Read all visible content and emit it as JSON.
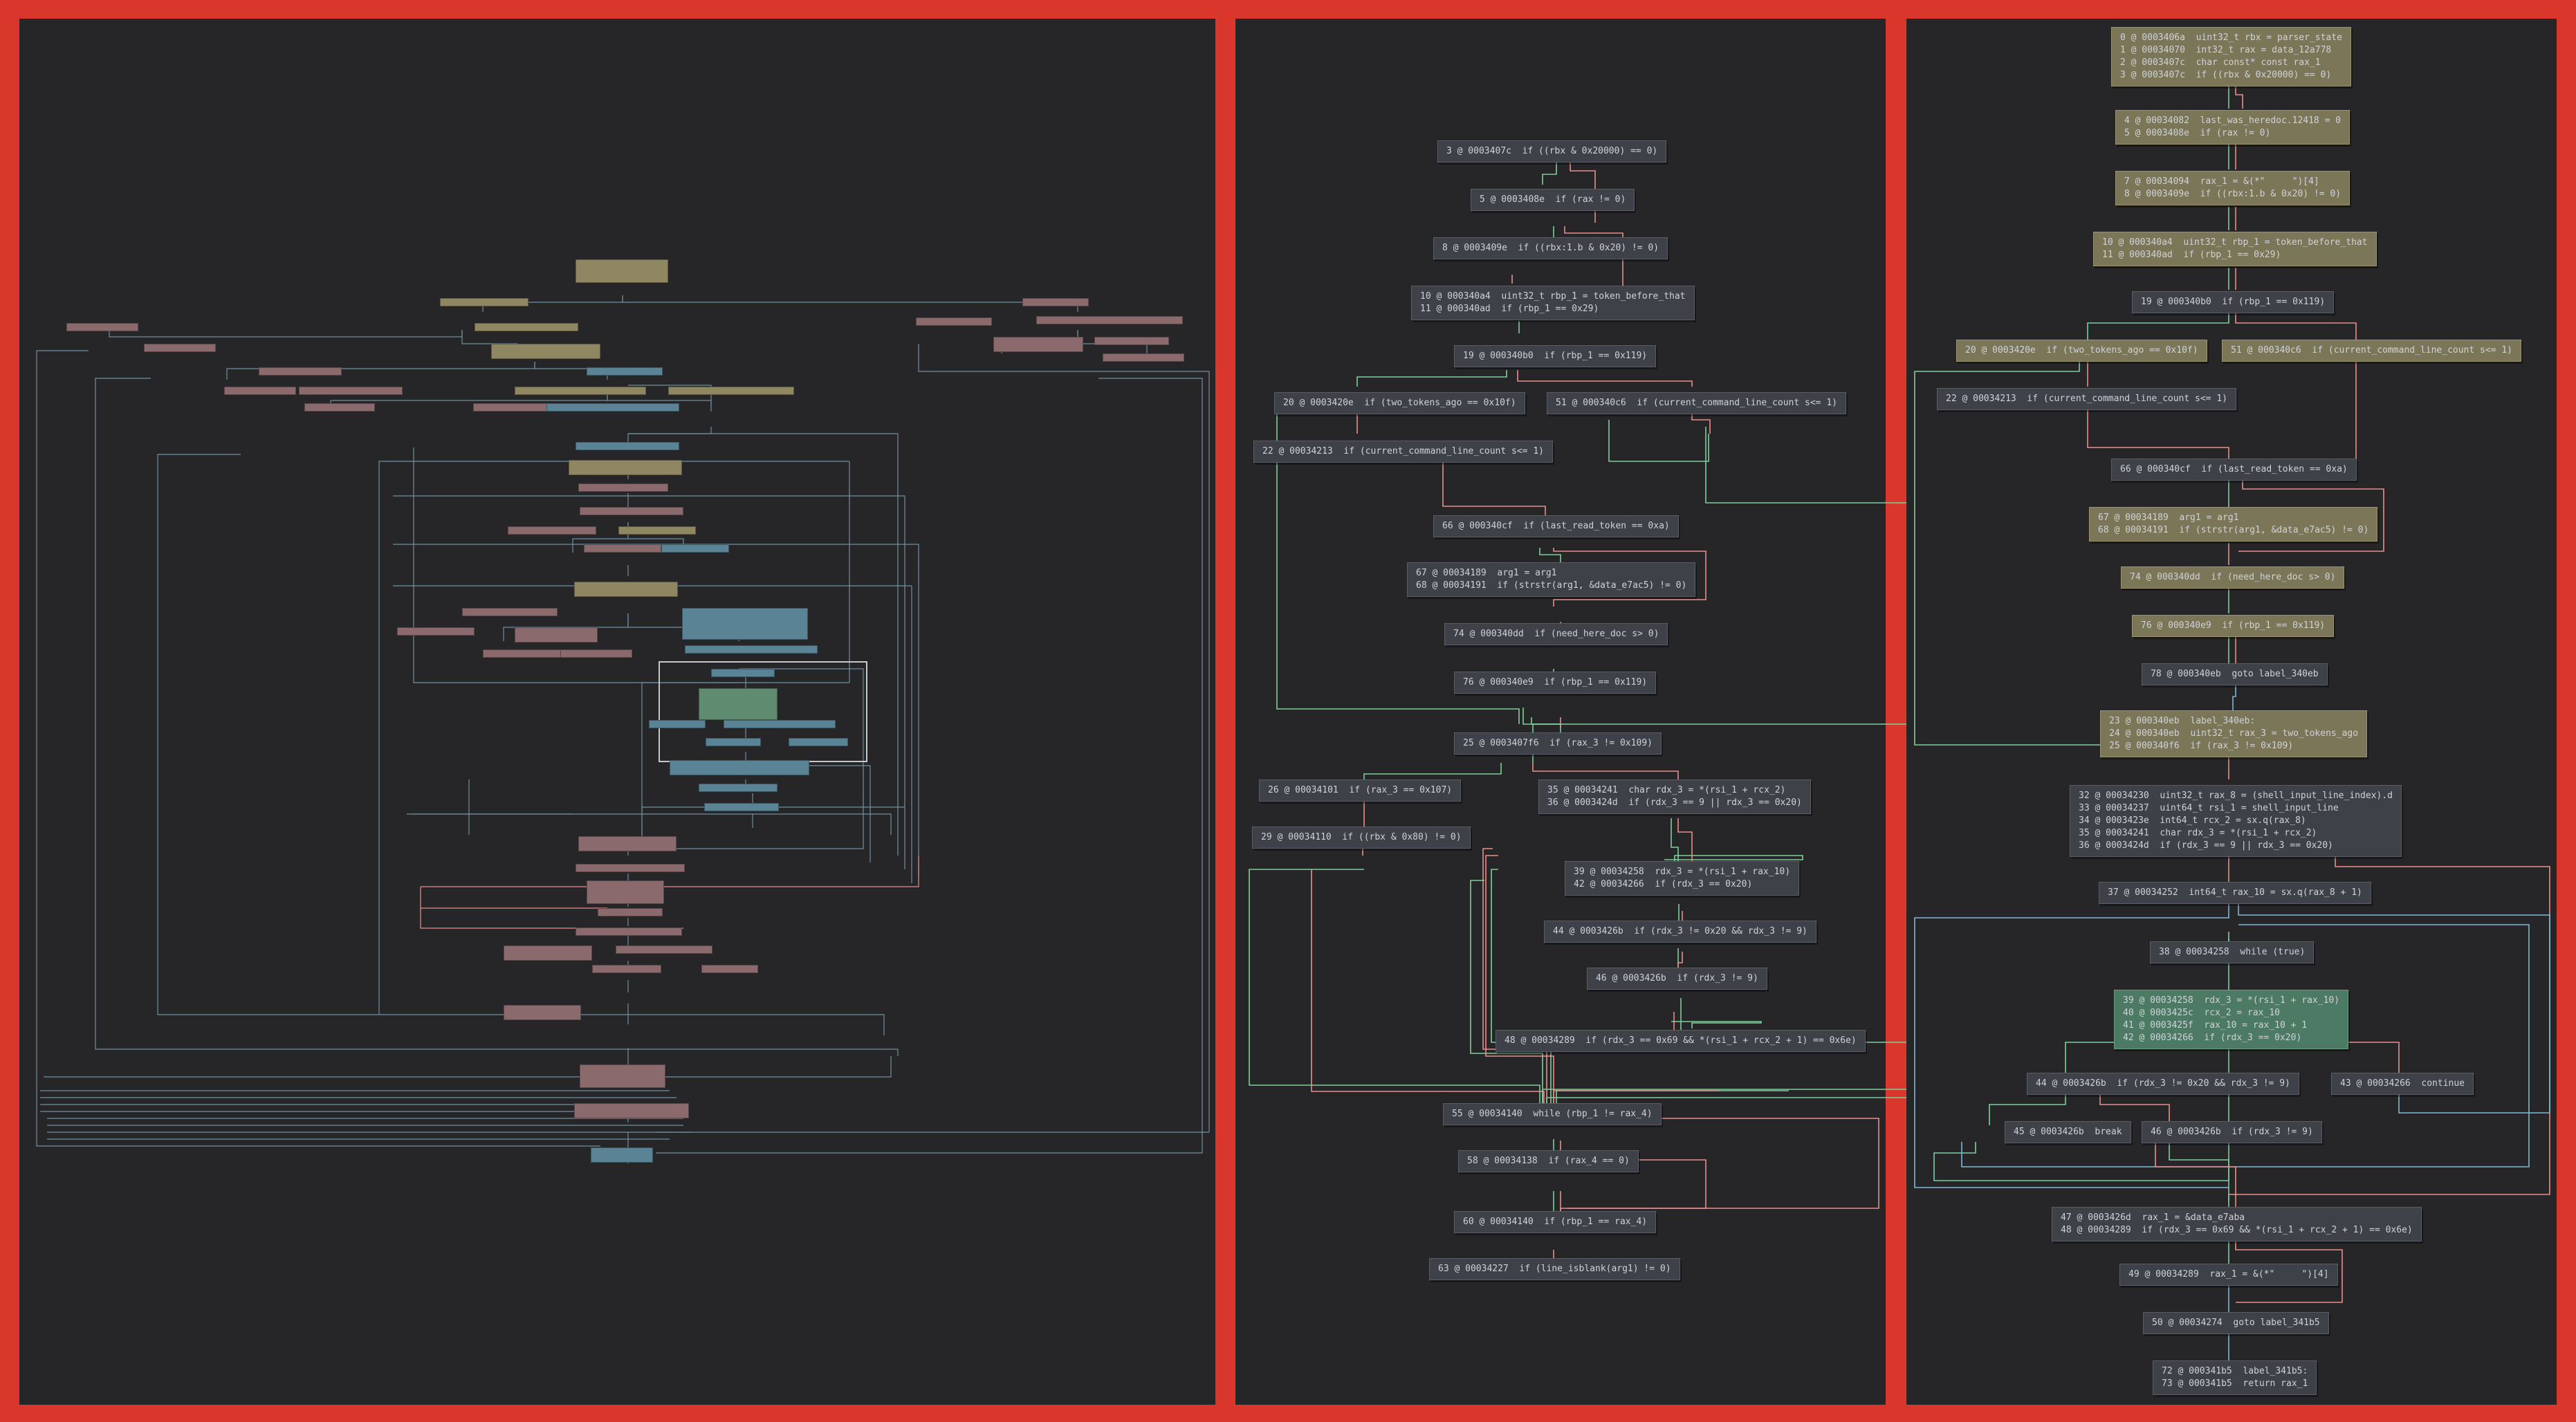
{
  "colors": {
    "background": "#d9372c",
    "panel": "#262629",
    "node": "#3f4148",
    "node_highlight": "#7c7658",
    "node_green": "#4d7a64",
    "edge_green": "#7ecf9a",
    "edge_red": "#e8908a",
    "edge_blue": "#7fb8d8"
  },
  "middle_graph": {
    "nodes": [
      {
        "lines": [
          "3 @ 0003407c  if ((rbx & 0x20000) == 0)"
        ]
      },
      {
        "lines": [
          "5 @ 0003408e  if (rax != 0)"
        ]
      },
      {
        "lines": [
          "8 @ 0003409e  if ((rbx:1.b & 0x20) != 0)"
        ]
      },
      {
        "lines": [
          "10 @ 000340a4  uint32_t rbp_1 = token_before_that",
          "11 @ 000340ad  if (rbp_1 == 0x29)"
        ]
      },
      {
        "lines": [
          "19 @ 000340b0  if (rbp_1 == 0x119)"
        ]
      },
      {
        "lines": [
          "20 @ 0003420e  if (two_tokens_ago == 0x10f)"
        ]
      },
      {
        "lines": [
          "51 @ 000340c6  if (current_command_line_count s<= 1)"
        ]
      },
      {
        "lines": [
          "22 @ 00034213  if (current_command_line_count s<= 1)"
        ]
      },
      {
        "lines": [
          "66 @ 000340cf  if (last_read_token == 0xa)"
        ]
      },
      {
        "lines": [
          "67 @ 00034189  arg1 = arg1",
          "68 @ 00034191  if (strstr(arg1, &data_e7ac5) != 0)"
        ]
      },
      {
        "lines": [
          "74 @ 000340dd  if (need_here_doc s> 0)"
        ]
      },
      {
        "lines": [
          "76 @ 000340e9  if (rbp_1 == 0x119)"
        ]
      },
      {
        "lines": [
          "25 @ 0003407f6  if (rax_3 != 0x109)"
        ]
      },
      {
        "lines": [
          "26 @ 00034101  if (rax_3 == 0x107)"
        ]
      },
      {
        "lines": [
          "35 @ 00034241  char rdx_3 = *(rsi_1 + rcx_2)",
          "36 @ 0003424d  if (rdx_3 == 9 || rdx_3 == 0x20)"
        ]
      },
      {
        "lines": [
          "29 @ 00034110  if ((rbx & 0x80) != 0)"
        ]
      },
      {
        "lines": [
          "39 @ 00034258  rdx_3 = *(rsi_1 + rax_10)",
          "42 @ 00034266  if (rdx_3 == 0x20)"
        ]
      },
      {
        "lines": [
          "44 @ 0003426b  if (rdx_3 != 0x20 && rdx_3 != 9)"
        ]
      },
      {
        "lines": [
          "46 @ 0003426b  if (rdx_3 != 9)"
        ]
      },
      {
        "lines": [
          "48 @ 00034289  if (rdx_3 == 0x69 && *(rsi_1 + rcx_2 + 1) == 0x6e)"
        ]
      },
      {
        "lines": [
          "55 @ 00034140  while (rbp_1 != rax_4)"
        ]
      },
      {
        "lines": [
          "58 @ 00034138  if (rax_4 == 0)"
        ]
      },
      {
        "lines": [
          "60 @ 00034140  if (rbp_1 == rax_4)"
        ]
      },
      {
        "lines": [
          "63 @ 00034227  if (line_isblank(arg1) != 0)"
        ]
      }
    ]
  },
  "right_graph": {
    "nodes": [
      {
        "lines": [
          "0 @ 0003406a  uint32_t rbx = parser_state",
          "1 @ 00034070  int32_t rax = data_12a778",
          "2 @ 0003407c  char const* const rax_1",
          "3 @ 0003407c  if ((rbx & 0x20000) == 0)"
        ]
      },
      {
        "lines": [
          "4 @ 00034082  last_was_heredoc.12418 = 0",
          "5 @ 0003408e  if (rax != 0)"
        ]
      },
      {
        "lines": [
          "7 @ 00034094  rax_1 = &(*\"     \")[4]",
          "8 @ 0003409e  if ((rbx:1.b & 0x20) != 0)"
        ]
      },
      {
        "lines": [
          "10 @ 000340a4  uint32_t rbp_1 = token_before_that",
          "11 @ 000340ad  if (rbp_1 == 0x29)"
        ]
      },
      {
        "lines": [
          "19 @ 000340b0  if (rbp_1 == 0x119)"
        ]
      },
      {
        "lines": [
          "20 @ 0003420e  if (two_tokens_ago == 0x10f)"
        ]
      },
      {
        "lines": [
          "51 @ 000340c6  if (current_command_line_count s<= 1)"
        ]
      },
      {
        "lines": [
          "22 @ 00034213  if (current_command_line_count s<= 1)"
        ]
      },
      {
        "lines": [
          "66 @ 000340cf  if (last_read_token == 0xa)"
        ]
      },
      {
        "lines": [
          "67 @ 00034189  arg1 = arg1",
          "68 @ 00034191  if (strstr(arg1, &data_e7ac5) != 0)"
        ]
      },
      {
        "lines": [
          "74 @ 000340dd  if (need_here_doc s> 0)"
        ]
      },
      {
        "lines": [
          "76 @ 000340e9  if (rbp_1 == 0x119)"
        ]
      },
      {
        "lines": [
          "78 @ 000340eb  goto label_340eb"
        ]
      },
      {
        "lines": [
          "23 @ 000340eb  label_340eb:",
          "24 @ 000340eb  uint32_t rax_3 = two_tokens_ago",
          "25 @ 000340f6  if (rax_3 != 0x109)"
        ]
      },
      {
        "lines": [
          "32 @ 00034230  uint32_t rax_8 = (shell_input_line_index).d",
          "33 @ 00034237  uint64_t rsi_1 = shell_input_line",
          "34 @ 0003423e  int64_t rcx_2 = sx.q(rax_8)",
          "35 @ 00034241  char rdx_3 = *(rsi_1 + rcx_2)",
          "36 @ 0003424d  if (rdx_3 == 9 || rdx_3 == 0x20)"
        ]
      },
      {
        "lines": [
          "37 @ 00034252  int64_t rax_10 = sx.q(rax_8 + 1)"
        ]
      },
      {
        "lines": [
          "38 @ 00034258  while (true)"
        ]
      },
      {
        "lines": [
          "39 @ 00034258  rdx_3 = *(rsi_1 + rax_10)",
          "40 @ 0003425c  rcx_2 = rax_10",
          "41 @ 0003425f  rax_10 = rax_10 + 1",
          "42 @ 00034266  if (rdx_3 == 0x20)"
        ]
      },
      {
        "lines": [
          "44 @ 0003426b  if (rdx_3 != 0x20 && rdx_3 != 9)"
        ]
      },
      {
        "lines": [
          "43 @ 00034266  continue"
        ]
      },
      {
        "lines": [
          "45 @ 0003426b  break"
        ]
      },
      {
        "lines": [
          "46 @ 0003426b  if (rdx_3 != 9)"
        ]
      },
      {
        "lines": [
          "47 @ 0003426d  rax_1 = &data_e7aba",
          "48 @ 00034289  if (rdx_3 == 0x69 && *(rsi_1 + rcx_2 + 1) == 0x6e)"
        ]
      },
      {
        "lines": [
          "49 @ 00034289  rax_1 = &(*\"     \")[4]"
        ]
      },
      {
        "lines": [
          "50 @ 00034274  goto label_341b5"
        ]
      },
      {
        "lines": [
          "72 @ 000341b5  label_341b5:",
          "73 @ 000341b5  return rax_1"
        ]
      }
    ]
  }
}
